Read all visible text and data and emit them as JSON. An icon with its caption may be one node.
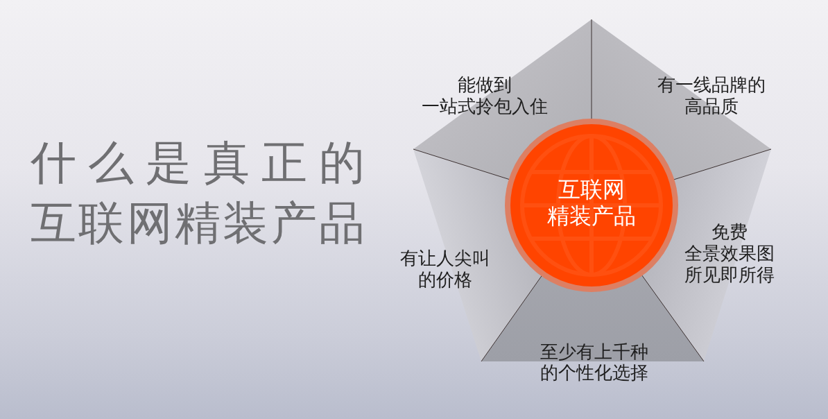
{
  "diagram": {
    "title": "什么是真正的互联网精装产品",
    "nodes": [
      {
        "text": [
          "互联网精装产品"
        ]
      },
      {
        "text": [
          "能做到一站式拎包入住"
        ]
      },
      {
        "text": [
          "有一线品牌的高品质"
        ]
      },
      {
        "text": [
          "免费全景效果图所见即所得"
        ]
      },
      {
        "text": [
          "至少有上千种的个性化选择"
        ]
      },
      {
        "text": [
          "有让人尖叫的价格"
        ]
      }
    ]
  }
}
